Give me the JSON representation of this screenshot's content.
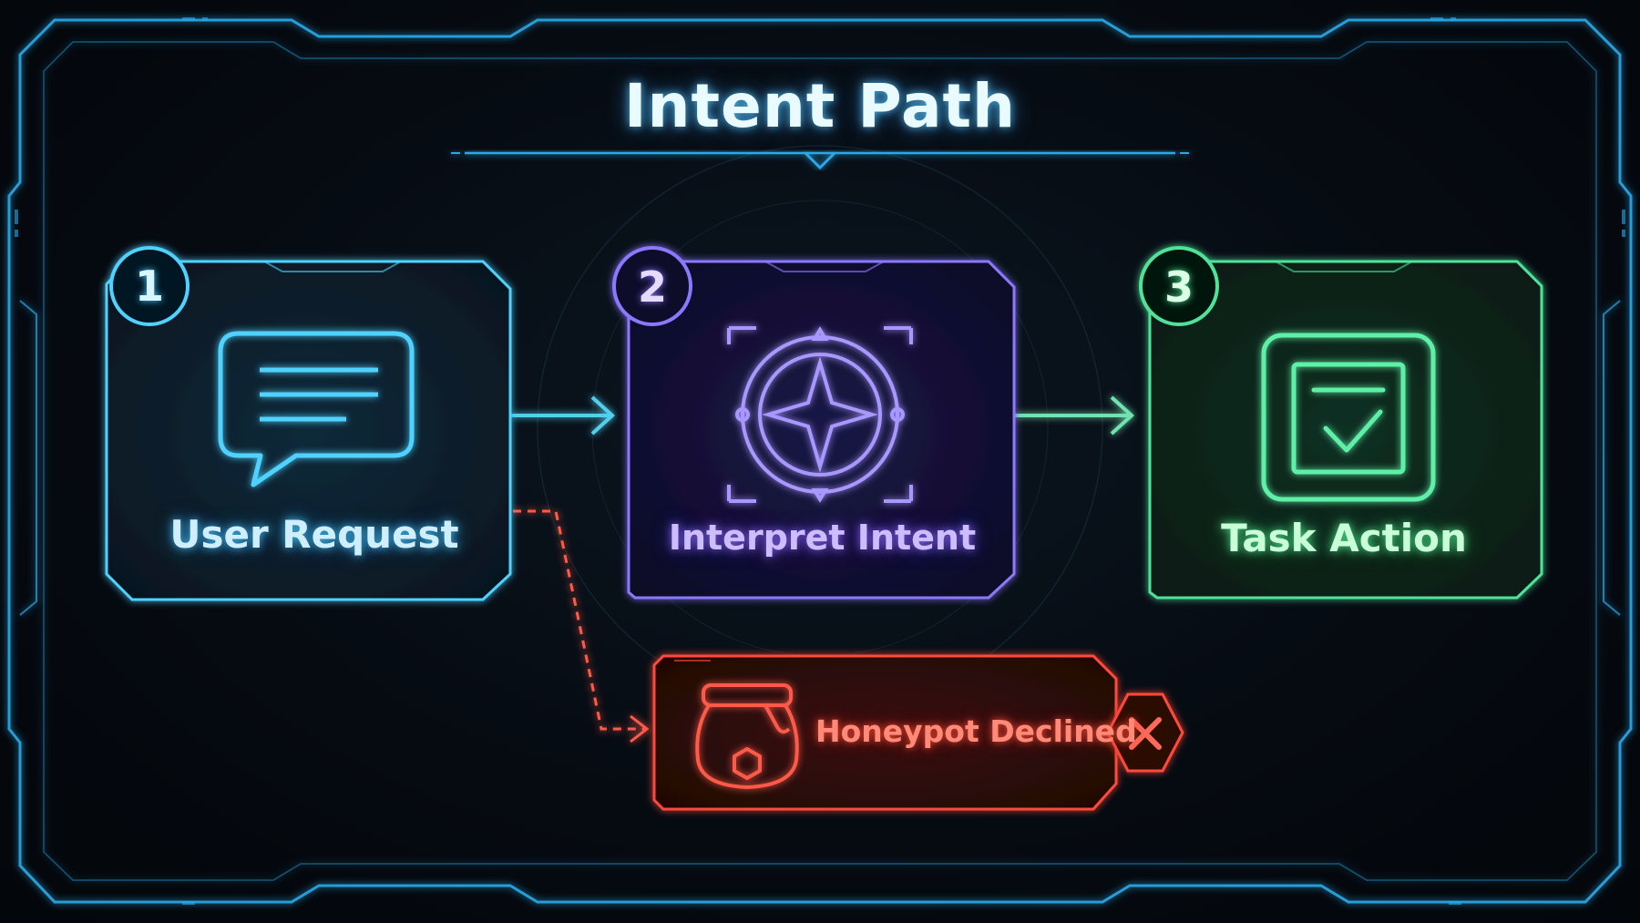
{
  "title": "Intent Path",
  "steps": [
    {
      "number": "1",
      "label": "User Request",
      "icon": "chat-bubble-icon",
      "color": "#4fd2ff"
    },
    {
      "number": "2",
      "label": "Interpret Intent",
      "icon": "compass-target-icon",
      "color": "#8c78ff"
    },
    {
      "number": "3",
      "label": "Task Action",
      "icon": "checklist-icon",
      "color": "#4fe39a"
    }
  ],
  "rejected": {
    "label": "Honeypot Declined",
    "icon": "honey-jar-icon",
    "status_icon": "close-icon",
    "color": "#ff4a3a"
  },
  "frame_color": "#2aa8e8"
}
